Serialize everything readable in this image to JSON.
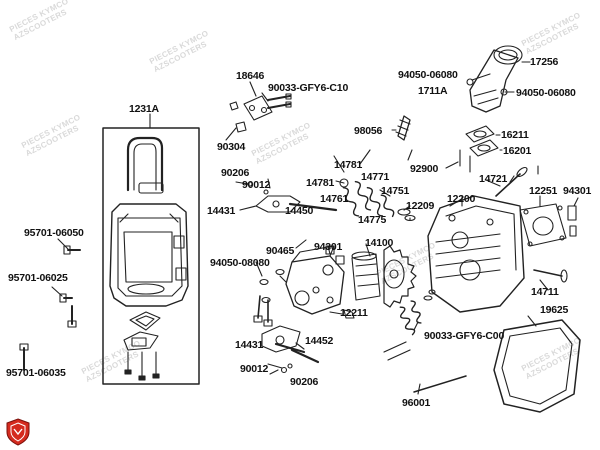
{
  "watermark": {
    "line1": "PIECES KYMCO",
    "line2": "AZSCOOTERS"
  },
  "callouts": {
    "c1231A": "1231A",
    "c18646": "18646",
    "c90033_GFY6_C10": "90033-GFY6-C10",
    "c90304": "90304",
    "c94050_06080_a": "94050-06080",
    "c17256": "17256",
    "c1711A": "1711A",
    "c94050_06080_b": "94050-06080",
    "c98056": "98056",
    "c16211": "16211",
    "c16201": "16201",
    "c14781_a": "14781",
    "c14771": "14771",
    "c14781_b": "14781",
    "c14751": "14751",
    "c14761": "14761",
    "c92900": "92900",
    "c14721": "14721",
    "c12251": "12251",
    "c94301_a": "94301",
    "c90206_a": "90206",
    "c90012_a": "90012",
    "c14431_a": "14431",
    "c14450": "14450",
    "c12209": "12209",
    "c12200": "12200",
    "c14775": "14775",
    "c95701_06050": "95701-06050",
    "c90465": "90465",
    "c94301_b": "94301",
    "c14100": "14100",
    "c94050_08080": "94050-08080",
    "c95701_06025": "95701-06025",
    "c14711": "14711",
    "c19625": "19625",
    "c12211": "12211",
    "c90033_GFY6_C00": "90033-GFY6-C00",
    "c14431_b": "14431",
    "c14452": "14452",
    "c90012_b": "90012",
    "c90206_b": "90206",
    "c95701_06035": "95701-06035",
    "c96001": "96001"
  },
  "colors": {
    "line": "#222222",
    "watermark": "#d9d9d9",
    "logo_red": "#d42a1e"
  }
}
